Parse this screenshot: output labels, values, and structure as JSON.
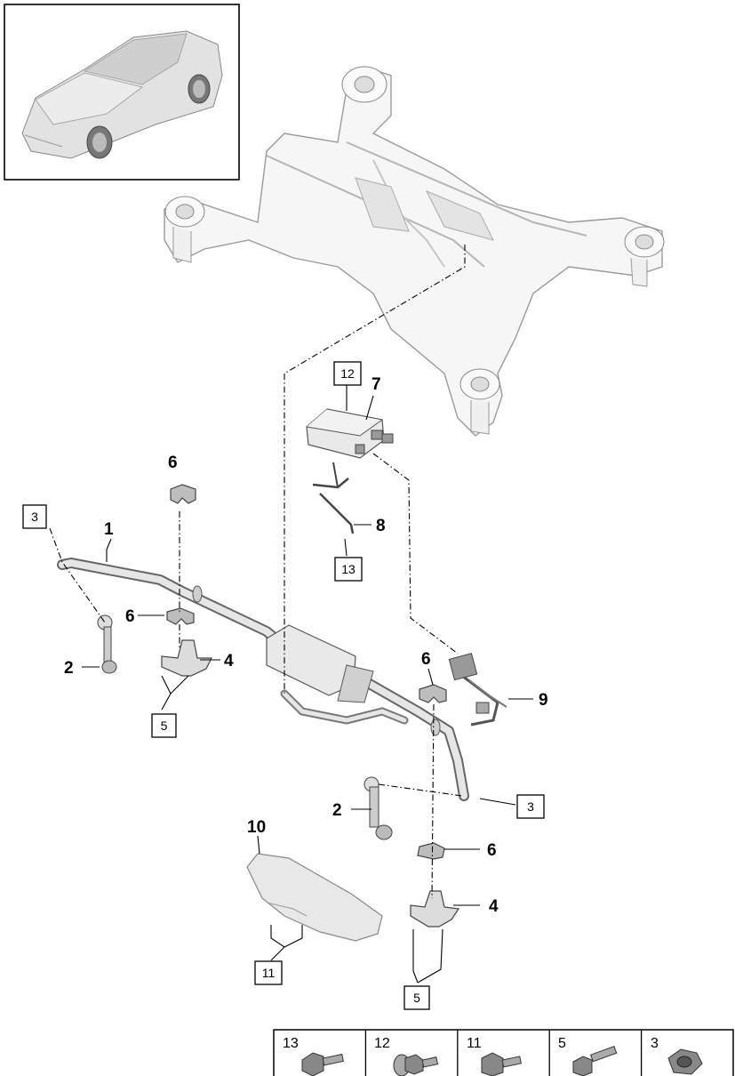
{
  "callouts": {
    "p1": "1",
    "p2a": "2",
    "p2b": "2",
    "p4a": "4",
    "p4b": "4",
    "p6a": "6",
    "p6b": "6",
    "p6c": "6",
    "p6d": "6",
    "p7": "7",
    "p8": "8",
    "p9": "9",
    "p10": "10"
  },
  "boxed_callouts": {
    "b3a": "3",
    "b3b": "3",
    "b5a": "5",
    "b5b": "5",
    "b11": "11",
    "b12": "12",
    "b13": "13"
  },
  "fastener_table": [
    "13",
    "12",
    "11",
    "5",
    "3"
  ]
}
